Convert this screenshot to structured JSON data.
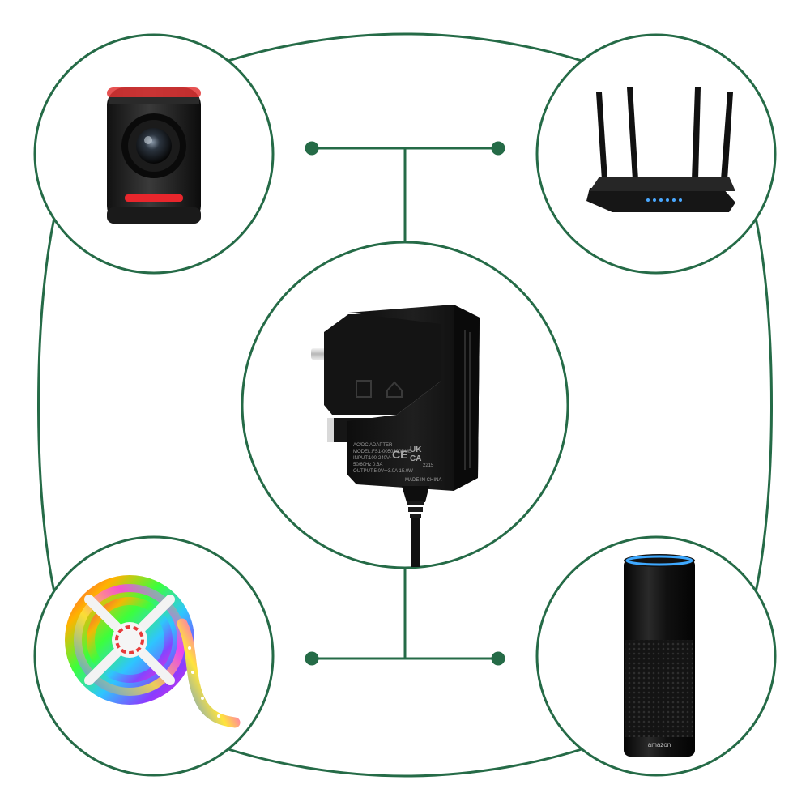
{
  "colors": {
    "frame_green": "#256b47",
    "background": "#ffffff",
    "device_black": "#1a1a1a",
    "accent_red": "#e8262c",
    "echo_ring_blue": "#3fa9ff"
  },
  "center_device": {
    "icon": "uk-plug-power-adapter-icon",
    "label_lines": [
      "AC/DC  ADAPTER",
      "MODEL:FS1-0050300DUE",
      "INPUT:100-240V~",
      "50/60Hz 0.6A",
      "OUTPUT:5.0V⎓3.0A 15.0W"
    ],
    "cert_mark_1": "CE",
    "cert_mark_2_line1": "UK",
    "cert_mark_2_line2": "CA",
    "code": "2215",
    "made_in": "MADE IN CHINA"
  },
  "devices": [
    {
      "position": "top-left",
      "icon": "security-camera-icon"
    },
    {
      "position": "top-right",
      "icon": "wifi-router-icon"
    },
    {
      "position": "bottom-left",
      "icon": "rgb-led-strip-icon"
    },
    {
      "position": "bottom-right",
      "icon": "smart-speaker-icon",
      "brand_text": "amazon"
    }
  ]
}
